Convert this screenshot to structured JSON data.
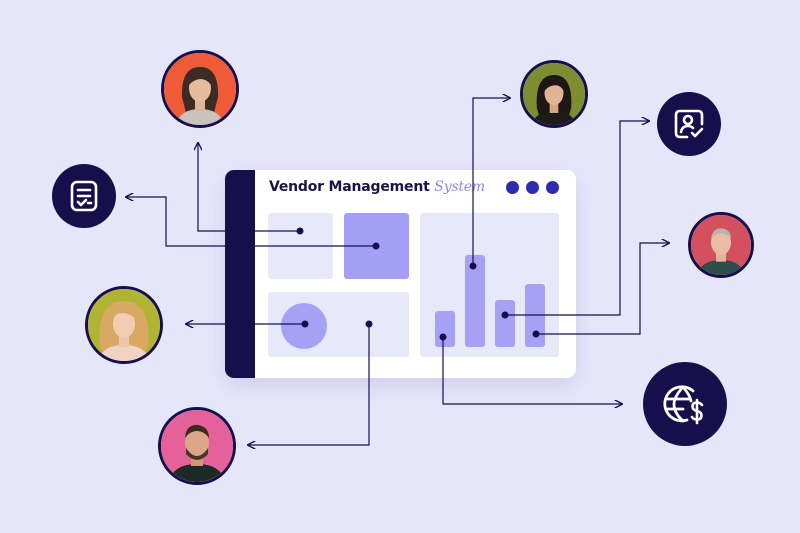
{
  "window": {
    "title_main": "Vendor Management",
    "title_accent": "System"
  },
  "colors": {
    "background": "#e6e6fb",
    "navy": "#170f4c",
    "accent": "#a6a1f5",
    "title_accent": "#8c86ee",
    "window_dots": "#2f2bb1"
  },
  "icons": [
    "checklist-icon",
    "id-badge-check-icon",
    "globe-dollar-icon"
  ],
  "avatars": [
    {
      "name": "avatar-woman-orange-bg",
      "bg": "#ee5b36"
    },
    {
      "name": "avatar-woman-olive-bg",
      "bg": "#7e8c32"
    },
    {
      "name": "avatar-woman-lime-bg",
      "bg": "#b0b433"
    },
    {
      "name": "avatar-man-red-bg",
      "bg": "#d3505e"
    },
    {
      "name": "avatar-man-pink-bg",
      "bg": "#e4619a"
    }
  ]
}
